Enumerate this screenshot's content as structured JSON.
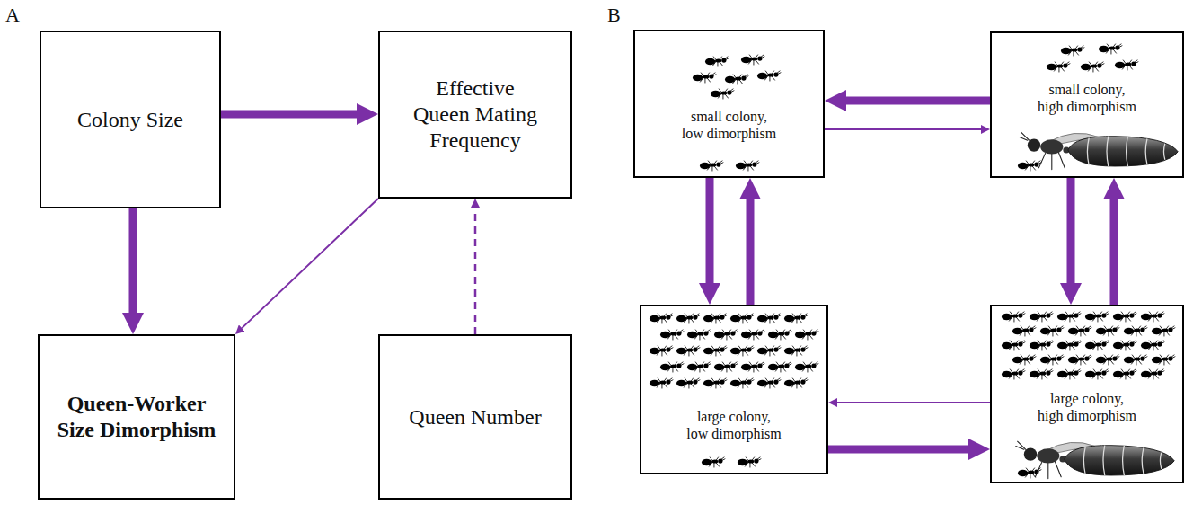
{
  "diagram": {
    "nodes": [
      {
        "text": [
          "Colony Size"
        ]
      },
      {
        "text": [
          "Effective Queen Mating Frequency"
        ]
      },
      {
        "text": [
          "Queen-Worker Size Dimorphism"
        ]
      },
      {
        "text": [
          "Queen Number"
        ]
      },
      {
        "text": [
          "small colony, low dimorphism"
        ]
      },
      {
        "text": [
          "small colony, high dimorphism"
        ]
      },
      {
        "text": [
          "large colony, low dimorphism"
        ]
      },
      {
        "text": [
          "large colony, high dimorphism"
        ]
      }
    ],
    "edges": [
      {
        "from": 0,
        "to": 1,
        "arrow": "to"
      },
      {
        "from": 0,
        "to": 2,
        "arrow": "to"
      },
      {
        "from": 1,
        "to": 2,
        "arrow": "to"
      },
      {
        "from": 3,
        "to": 1,
        "arrow": "to"
      },
      {
        "from": 5,
        "to": 4,
        "arrow": "to"
      },
      {
        "from": 4,
        "to": 5,
        "arrow": "to"
      },
      {
        "from": 4,
        "to": 6,
        "arrow": "to"
      },
      {
        "from": 6,
        "to": 4,
        "arrow": "to"
      },
      {
        "from": 5,
        "to": 7,
        "arrow": "to"
      },
      {
        "from": 7,
        "to": 5,
        "arrow": "to"
      },
      {
        "from": 6,
        "to": 7,
        "arrow": "to"
      },
      {
        "from": 7,
        "to": 6,
        "arrow": "to"
      }
    ],
    "labels": [
      "A",
      "B"
    ]
  }
}
